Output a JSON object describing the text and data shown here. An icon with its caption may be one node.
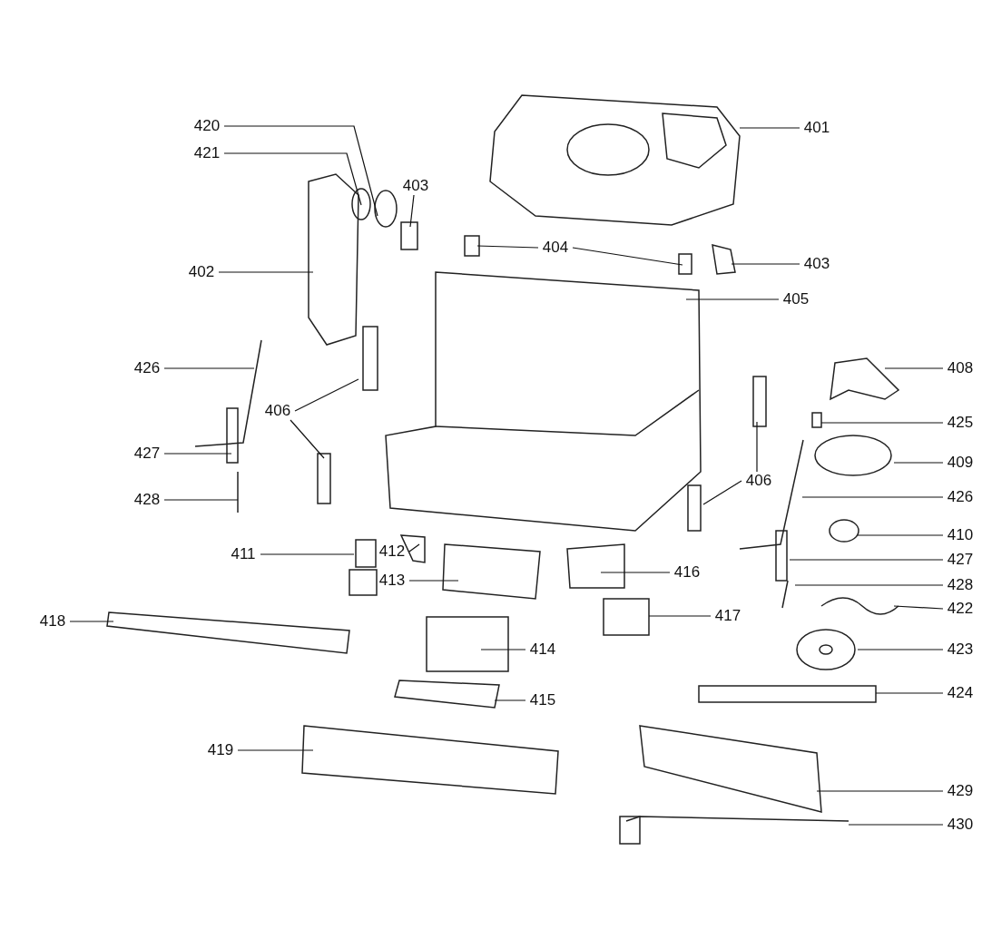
{
  "diagram": {
    "nodes": [
      {
        "text": [
          "401"
        ]
      },
      {
        "text": [
          "420"
        ]
      },
      {
        "text": [
          "421"
        ]
      },
      {
        "text": [
          "403"
        ]
      },
      {
        "text": [
          "402"
        ]
      },
      {
        "text": [
          "404"
        ]
      },
      {
        "text": [
          "403"
        ]
      },
      {
        "text": [
          "405"
        ]
      },
      {
        "text": [
          "426"
        ]
      },
      {
        "text": [
          "406"
        ]
      },
      {
        "text": [
          "408"
        ]
      },
      {
        "text": [
          "425"
        ]
      },
      {
        "text": [
          "427"
        ]
      },
      {
        "text": [
          "409"
        ]
      },
      {
        "text": [
          "406"
        ]
      },
      {
        "text": [
          "426"
        ]
      },
      {
        "text": [
          "428"
        ]
      },
      {
        "text": [
          "411"
        ]
      },
      {
        "text": [
          "412"
        ]
      },
      {
        "text": [
          "413"
        ]
      },
      {
        "text": [
          "416"
        ]
      },
      {
        "text": [
          "410"
        ]
      },
      {
        "text": [
          "427"
        ]
      },
      {
        "text": [
          "428"
        ]
      },
      {
        "text": [
          "418"
        ]
      },
      {
        "text": [
          "422"
        ]
      },
      {
        "text": [
          "417"
        ]
      },
      {
        "text": [
          "423"
        ]
      },
      {
        "text": [
          "414"
        ]
      },
      {
        "text": [
          "415"
        ]
      },
      {
        "text": [
          "424"
        ]
      },
      {
        "text": [
          "419"
        ]
      },
      {
        "text": [
          "429"
        ]
      },
      {
        "text": [
          "430"
        ]
      }
    ],
    "edges": [
      {
        "from": 0,
        "to": null,
        "arrow": "none"
      },
      {
        "from": 1,
        "to": null,
        "arrow": "none"
      },
      {
        "from": 2,
        "to": null,
        "arrow": "none"
      },
      {
        "from": 3,
        "to": null,
        "arrow": "none"
      },
      {
        "from": 4,
        "to": null,
        "arrow": "none"
      },
      {
        "from": 5,
        "to": null,
        "arrow": "none"
      },
      {
        "from": 5,
        "to": null,
        "arrow": "none"
      },
      {
        "from": 6,
        "to": null,
        "arrow": "none"
      },
      {
        "from": 7,
        "to": null,
        "arrow": "none"
      },
      {
        "from": 8,
        "to": null,
        "arrow": "none"
      },
      {
        "from": 9,
        "to": null,
        "arrow": "none"
      },
      {
        "from": 9,
        "to": null,
        "arrow": "none"
      },
      {
        "from": 10,
        "to": null,
        "arrow": "none"
      },
      {
        "from": 11,
        "to": null,
        "arrow": "none"
      },
      {
        "from": 12,
        "to": null,
        "arrow": "none"
      },
      {
        "from": 13,
        "to": null,
        "arrow": "none"
      },
      {
        "from": 14,
        "to": null,
        "arrow": "none"
      },
      {
        "from": 14,
        "to": null,
        "arrow": "none"
      },
      {
        "from": 15,
        "to": null,
        "arrow": "none"
      },
      {
        "from": 16,
        "to": null,
        "arrow": "none"
      },
      {
        "from": 17,
        "to": null,
        "arrow": "none"
      },
      {
        "from": 18,
        "to": null,
        "arrow": "none"
      },
      {
        "from": 19,
        "to": null,
        "arrow": "none"
      },
      {
        "from": 20,
        "to": null,
        "arrow": "none"
      },
      {
        "from": 21,
        "to": null,
        "arrow": "none"
      },
      {
        "from": 22,
        "to": null,
        "arrow": "none"
      },
      {
        "from": 23,
        "to": null,
        "arrow": "none"
      },
      {
        "from": 24,
        "to": null,
        "arrow": "none"
      },
      {
        "from": 25,
        "to": null,
        "arrow": "none"
      },
      {
        "from": 26,
        "to": null,
        "arrow": "none"
      },
      {
        "from": 27,
        "to": null,
        "arrow": "none"
      },
      {
        "from": 28,
        "to": null,
        "arrow": "none"
      },
      {
        "from": 29,
        "to": null,
        "arrow": "none"
      },
      {
        "from": 30,
        "to": null,
        "arrow": "none"
      },
      {
        "from": 31,
        "to": null,
        "arrow": "none"
      },
      {
        "from": 32,
        "to": null,
        "arrow": "none"
      },
      {
        "from": 33,
        "to": null,
        "arrow": "none"
      }
    ]
  }
}
